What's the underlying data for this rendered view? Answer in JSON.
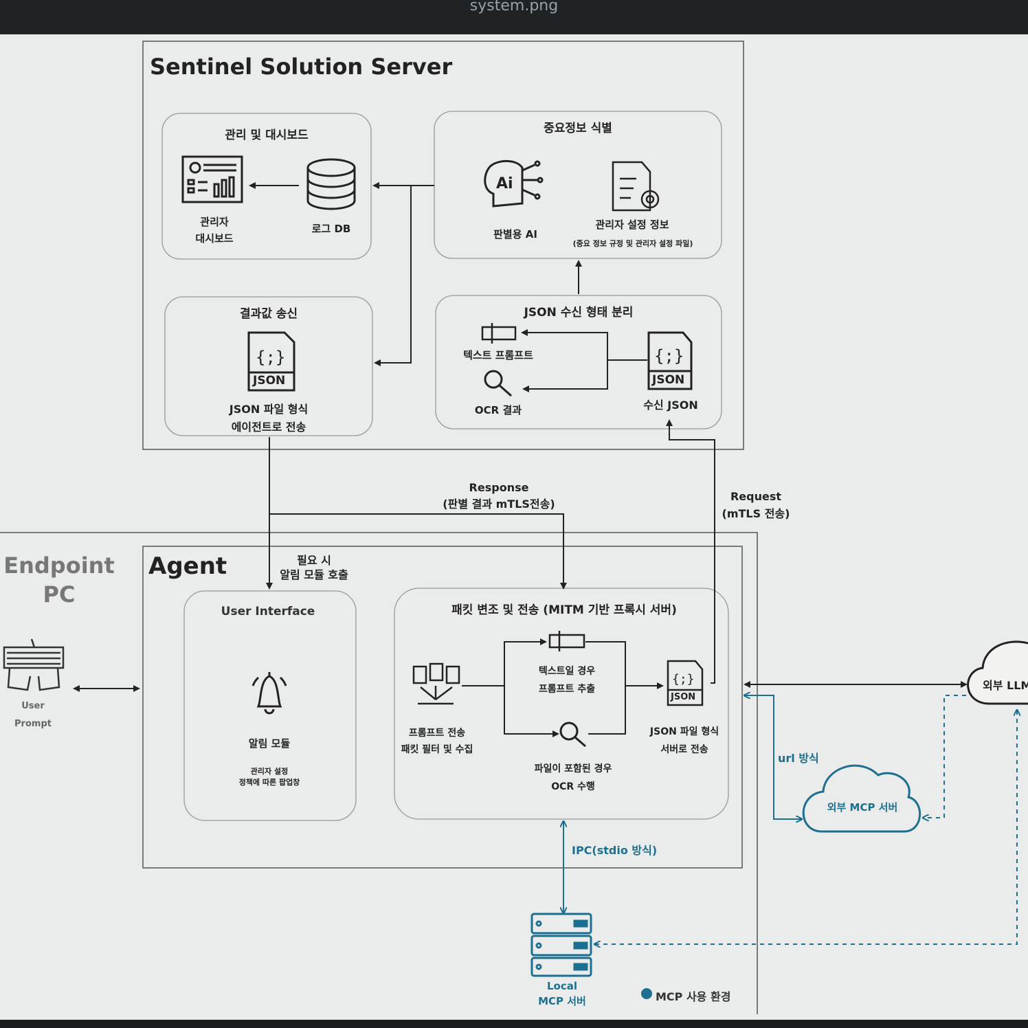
{
  "window": {
    "title": "system.png"
  },
  "server": {
    "title": "Sentinel Solution Server",
    "dashboard_group": {
      "title": "관리 및 대시보드",
      "dashboard_label_1": "관리자",
      "dashboard_label_2": "대시보드",
      "db_label": "로그 DB"
    },
    "identify_group": {
      "title": "중요정보 식별",
      "ai_label": "판별용 AI",
      "settings_label": "관리자 설정 정보",
      "settings_sub": "(중요 정보 규정 및 관리자 설정 파일)"
    },
    "result_group": {
      "title": "결과값 송신",
      "json_tag": "JSON",
      "line1": "JSON 파일 형식",
      "line2": "에이전트로 전송"
    },
    "parse_group": {
      "title": "JSON 수신 형태 분리",
      "text_prompt": "텍스트 프롬프트",
      "ocr_result": "OCR 결과",
      "json_tag": "JSON",
      "recv_json": "수신 JSON"
    }
  },
  "flows": {
    "response_1": "Response",
    "response_2": "(판별 결과 mTLS전송)",
    "request_1": "Request",
    "request_2": "(mTLS 전송)",
    "notify_1": "필요 시",
    "notify_2": "알림 모듈 호출",
    "url_mode": "url 방식",
    "ipc_mode": "IPC(stdio 방식)"
  },
  "endpoint": {
    "label_1": "Endpoint",
    "label_2": "PC",
    "user_1": "User",
    "user_2": "Prompt"
  },
  "agent": {
    "title": "Agent",
    "ui_group": {
      "title": "User Interface",
      "alarm_label": "알림 모듈",
      "alarm_sub_1": "관리자 설정",
      "alarm_sub_2": "정책에 따른 팝업창"
    },
    "proxy_group": {
      "title": "패킷 변조 및 전송 (MITM 기반 프록시 서버)",
      "collect_1": "프롬프트 전송",
      "collect_2": "패킷 필터 및 수집",
      "text_case_1": "텍스트일 경우",
      "text_case_2": "프롬프트 추출",
      "file_case_1": "파일이 포함된 경우",
      "file_case_2": "OCR 수행",
      "json_tag": "JSON",
      "send_1": "JSON 파일 형식",
      "send_2": "서버로 전송"
    }
  },
  "external": {
    "llm": "외부 LLM",
    "mcp": "외부 MCP 서버"
  },
  "local_mcp": {
    "line1": "Local",
    "line2": "MCP 서버"
  },
  "legend": {
    "label": "MCP 사용 환경"
  },
  "colors": {
    "accent": "#1d6f91",
    "line": "#222222",
    "group_border": "#9a9a9a"
  }
}
